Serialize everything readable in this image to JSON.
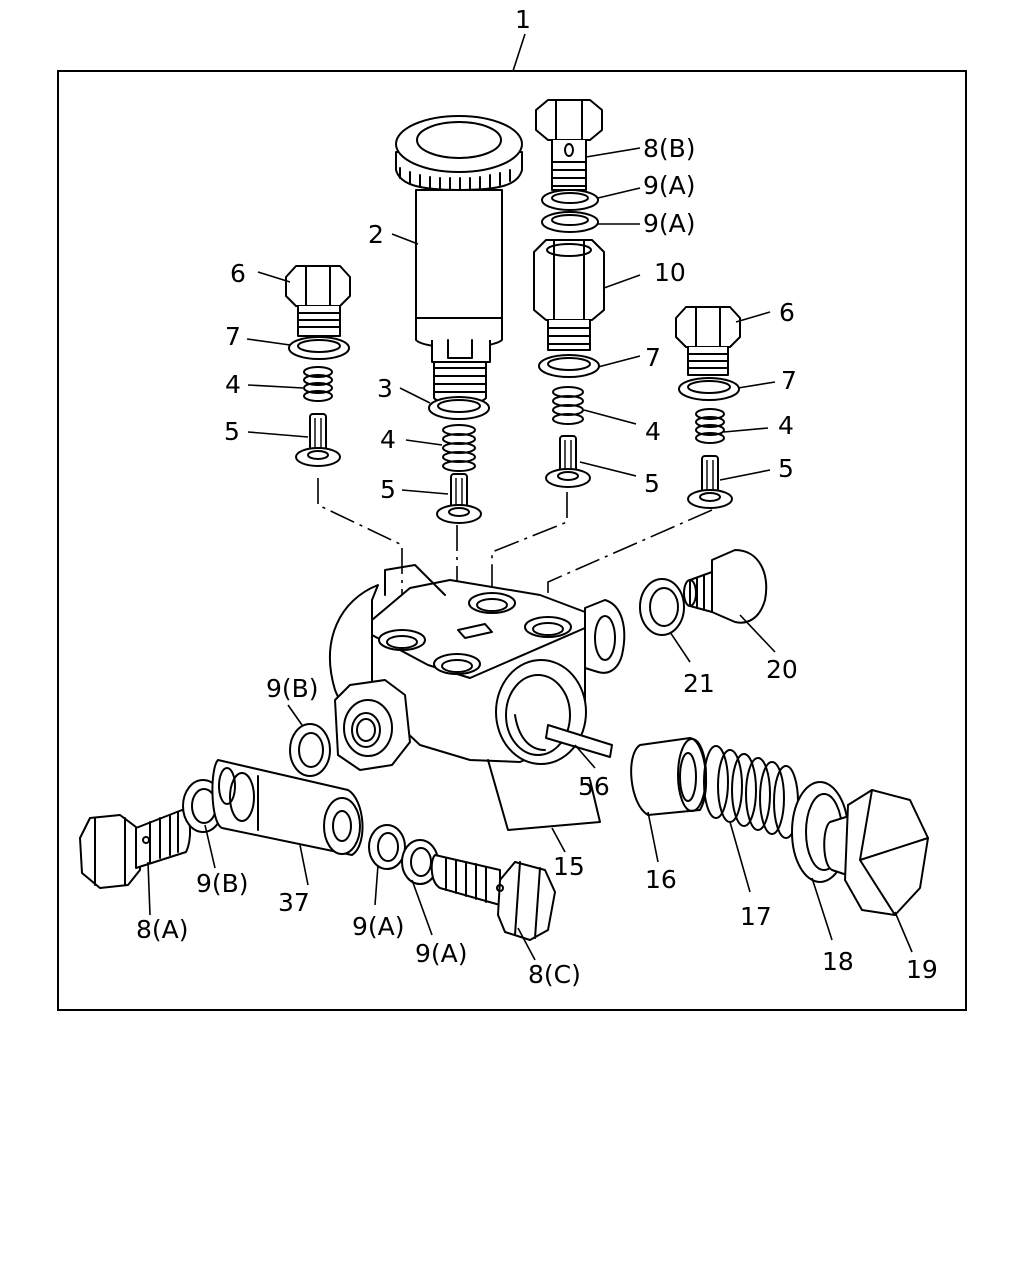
{
  "assembly_label": "1",
  "callouts": {
    "c2": "2",
    "c3": "3",
    "c4a": "4",
    "c4b": "4",
    "c4c": "4",
    "c4d": "4",
    "c5a": "5",
    "c5b": "5",
    "c5c": "5",
    "c5d": "5",
    "c6a": "6",
    "c6b": "6",
    "c7a": "7",
    "c7b": "7",
    "c7c": "7",
    "c8a": "8(A)",
    "c8b": "8(B)",
    "c8c": "8(C)",
    "c9a1": "9(A)",
    "c9a2": "9(A)",
    "c9a3": "9(A)",
    "c9a4": "9(A)",
    "c9b1": "9(B)",
    "c9b2": "9(B)",
    "c10": "10",
    "c15": "15",
    "c16": "16",
    "c17": "17",
    "c18": "18",
    "c19": "19",
    "c20": "20",
    "c21": "21",
    "c37": "37",
    "c56": "56"
  }
}
